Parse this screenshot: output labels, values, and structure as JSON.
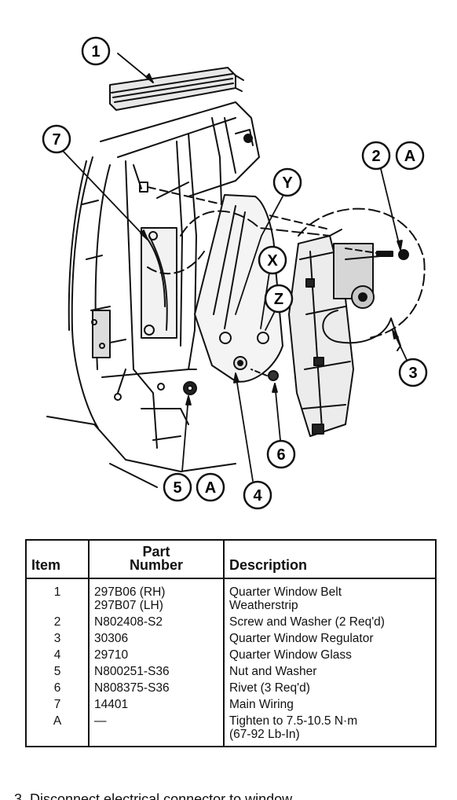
{
  "diagram": {
    "callouts": [
      {
        "id": "c1",
        "label": "1"
      },
      {
        "id": "c7",
        "label": "7"
      },
      {
        "id": "c2",
        "label": "2"
      },
      {
        "id": "cA1",
        "label": "A"
      },
      {
        "id": "cY",
        "label": "Y"
      },
      {
        "id": "cX",
        "label": "X"
      },
      {
        "id": "cZ",
        "label": "Z"
      },
      {
        "id": "c3",
        "label": "3"
      },
      {
        "id": "c6",
        "label": "6"
      },
      {
        "id": "c5",
        "label": "5"
      },
      {
        "id": "cA2",
        "label": "A"
      },
      {
        "id": "c4",
        "label": "4"
      }
    ]
  },
  "table": {
    "headers": {
      "item": "Item",
      "part_number_line1": "Part",
      "part_number_line2": "Number",
      "description": "Description"
    },
    "rows": [
      {
        "item": "1",
        "part_numbers": [
          "297B06 (RH)",
          "297B07 (LH)"
        ],
        "description": [
          "Quarter Window Belt",
          "Weatherstrip"
        ]
      },
      {
        "item": "2",
        "part_numbers": [
          "N802408-S2"
        ],
        "description": [
          "Screw and Washer (2 Req'd)"
        ]
      },
      {
        "item": "3",
        "part_numbers": [
          "30306"
        ],
        "description": [
          "Quarter Window Regulator"
        ]
      },
      {
        "item": "4",
        "part_numbers": [
          "29710"
        ],
        "description": [
          "Quarter Window Glass"
        ]
      },
      {
        "item": "5",
        "part_numbers": [
          "N800251-S36"
        ],
        "description": [
          "Nut and Washer"
        ]
      },
      {
        "item": "6",
        "part_numbers": [
          "N808375-S36"
        ],
        "description": [
          "Rivet (3 Req'd)"
        ]
      },
      {
        "item": "7",
        "part_numbers": [
          "14401"
        ],
        "description": [
          "Main Wiring"
        ]
      },
      {
        "item": "A",
        "part_numbers": [
          "—"
        ],
        "description": [
          "Tighten to 7.5-10.5 N·m",
          "(67-92 Lb-In)"
        ]
      }
    ]
  },
  "footer": {
    "partial_text": "3.   Disconnect electrical connector to window"
  }
}
